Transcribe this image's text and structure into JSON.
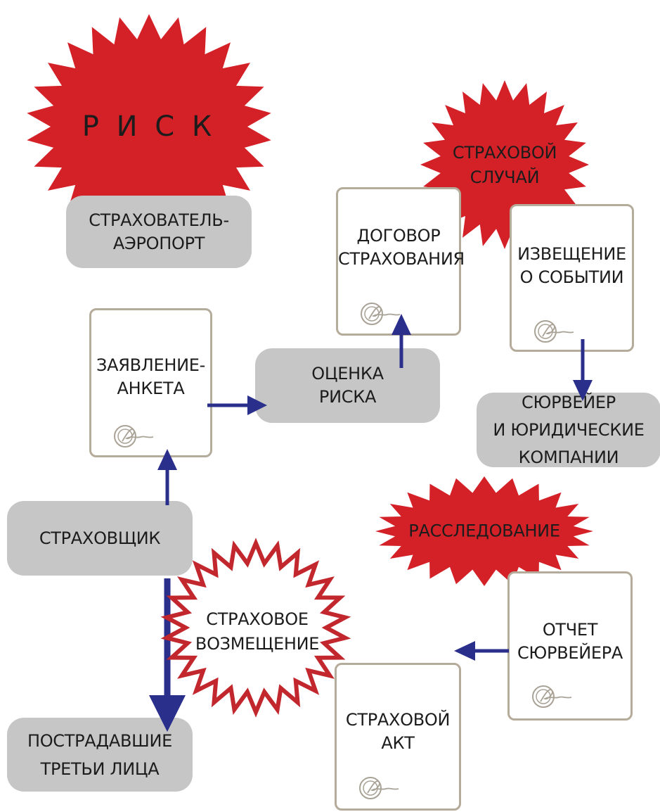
{
  "colors": {
    "burst_red": "#d42128",
    "arrow_blue": "#2b2f8c",
    "box_gray": "#c6c6c6",
    "doc_border": "#b5ab9b",
    "text": "#1c1c1c"
  },
  "bursts": {
    "risk": "Р И С К",
    "insured_event": "СТРАХОВОЙ\nСЛУЧАЙ",
    "investigation": "РАССЛЕДОВАНИЕ",
    "compensation": "СТРАХОВОЕ\nВОЗМЕЩЕНИЕ"
  },
  "boxes": {
    "insured_airport": "СТРАХОВАТЕЛЬ-\nАЭРОПОРТ",
    "risk_assessment": "ОЦЕНКА\nРИСКА",
    "surveyor_legal": "СЮРВЕЙЕР\nИ ЮРИДИЧЕСКИЕ\nКОМПАНИИ",
    "insurer": "СТРАХОВЩИК",
    "third_parties": "ПОСТРАДАВШИЕ\nТРЕТЬИ ЛИЦА"
  },
  "documents": {
    "application": "ЗАЯВЛЕНИЕ-\nАНКЕТА",
    "contract": "ДОГОВОР\nСТРАХОВАНИЯ",
    "notice": "ИЗВЕЩЕНИЕ\nО СОБЫТИИ",
    "surveyor_report": "ОТЧЕТ\nСЮРВЕЙЕРА",
    "insurance_act": "СТРАХОВОЙ\nАКТ"
  }
}
